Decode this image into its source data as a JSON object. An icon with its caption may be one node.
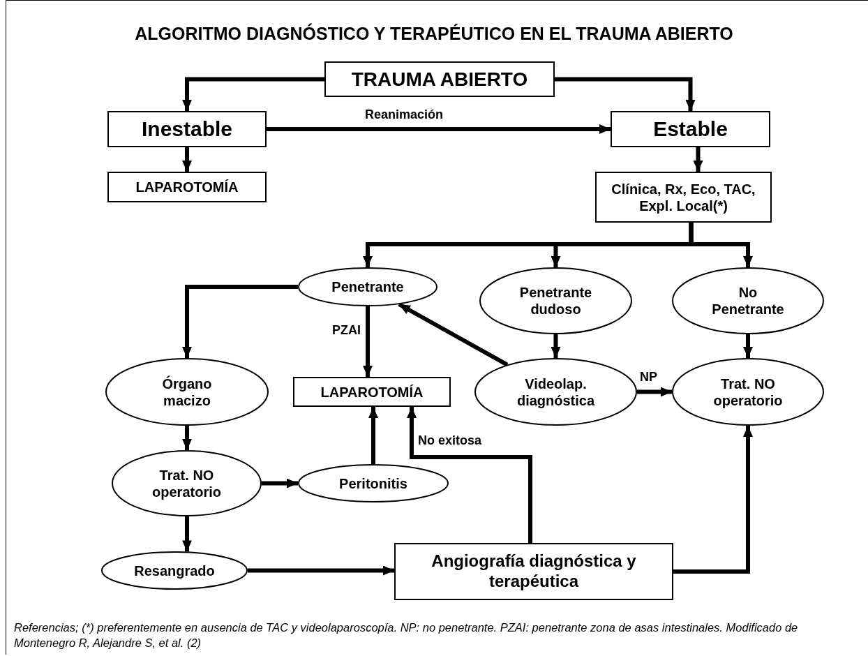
{
  "diagram": {
    "title": "ALGORITMO DIAGNÓSTICO Y TERAPÉUTICO EN EL TRAUMA ABIERTO",
    "caption": "Referencias; (*) preferentemente en ausencia de TAC y videolaparoscopía. NP: no penetrante. PZAI: penetrante zona de asas intestinales. Modificado de Montenegro R, Alejandre S, et al. (2)",
    "nodes": [
      {
        "text": [
          "TRAUMA ABIERTO"
        ]
      },
      {
        "text": [
          "Inestable"
        ]
      },
      {
        "text": [
          "Estable"
        ]
      },
      {
        "text": [
          "LAPAROTOMÍA"
        ]
      },
      {
        "text": [
          "Clínica, Rx, Eco, TAC, Expl. Local(*)"
        ]
      },
      {
        "text": [
          "Penetrante"
        ]
      },
      {
        "text": [
          "Penetrante dudoso"
        ]
      },
      {
        "text": [
          "No Penetrante"
        ]
      },
      {
        "text": [
          "Órgano macizo"
        ]
      },
      {
        "text": [
          "LAPAROTOMÍA"
        ]
      },
      {
        "text": [
          "Videolap. diagnóstica"
        ]
      },
      {
        "text": [
          "Trat. NO operatorio"
        ]
      },
      {
        "text": [
          "Trat. NO operatorio"
        ]
      },
      {
        "text": [
          "Peritonitis"
        ]
      },
      {
        "text": [
          "Resangrado"
        ]
      },
      {
        "text": [
          "Angiografía diagnóstica y terapéutica"
        ]
      }
    ],
    "edges": [
      {
        "from": 0,
        "to": 1,
        "arrow": "to"
      },
      {
        "from": 0,
        "to": 2,
        "arrow": "to"
      },
      {
        "from": 1,
        "to": 2,
        "arrow": "to",
        "label": "Reanimación"
      },
      {
        "from": 1,
        "to": 3,
        "arrow": "to"
      },
      {
        "from": 2,
        "to": 4,
        "arrow": "to"
      },
      {
        "from": 4,
        "to": 5,
        "arrow": "to"
      },
      {
        "from": 4,
        "to": 6,
        "arrow": "to"
      },
      {
        "from": 4,
        "to": 7,
        "arrow": "to"
      },
      {
        "from": 5,
        "to": 8,
        "arrow": "to"
      },
      {
        "from": 5,
        "to": 9,
        "arrow": "to",
        "label": "PZAI"
      },
      {
        "from": 10,
        "to": 5,
        "arrow": "to"
      },
      {
        "from": 6,
        "to": 10,
        "arrow": "to"
      },
      {
        "from": 7,
        "to": 11,
        "arrow": "to"
      },
      {
        "from": 10,
        "to": 11,
        "arrow": "to",
        "label": "NP"
      },
      {
        "from": 8,
        "to": 12,
        "arrow": "to"
      },
      {
        "from": 12,
        "to": 13,
        "arrow": "to"
      },
      {
        "from": 13,
        "to": 9,
        "arrow": "to"
      },
      {
        "from": 15,
        "to": 9,
        "arrow": "to",
        "label": "No exitosa"
      },
      {
        "from": 15,
        "to": 11,
        "arrow": "to"
      },
      {
        "from": 12,
        "to": 14,
        "arrow": "to"
      },
      {
        "from": 14,
        "to": 15,
        "arrow": "to"
      }
    ]
  }
}
